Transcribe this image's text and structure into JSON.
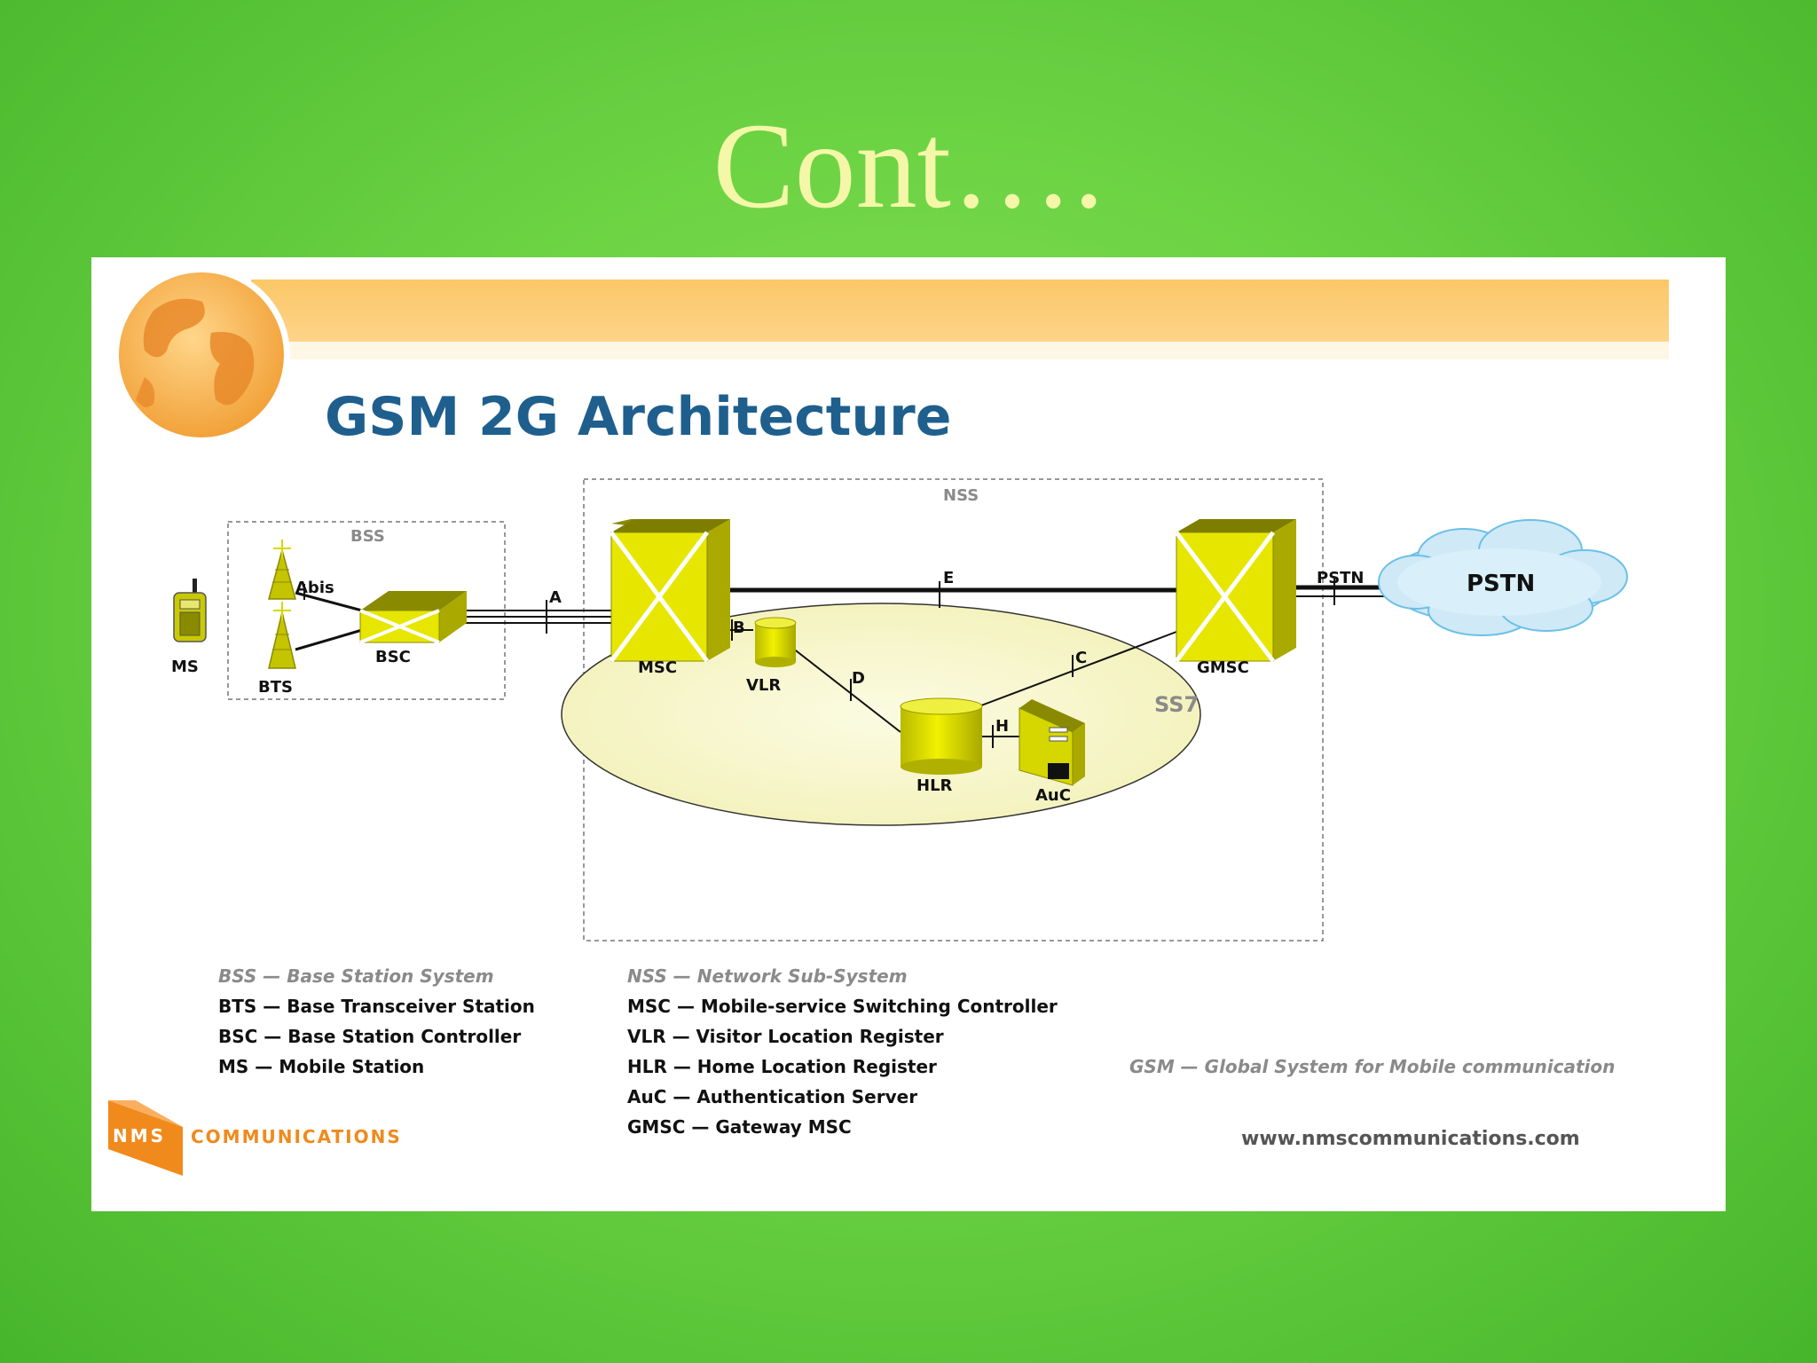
{
  "slide": {
    "title": "Cont…."
  },
  "figure": {
    "title": "GSM 2G Architecture",
    "groups": {
      "bss": "BSS",
      "nss": "NSS"
    },
    "nodes": {
      "ms": "MS",
      "bts": "BTS",
      "bsc": "BSC",
      "msc": "MSC",
      "vlr": "VLR",
      "hlr": "HLR",
      "auc": "AuC",
      "gmsc": "GMSC",
      "pstn_cloud": "PSTN"
    },
    "interfaces": {
      "abis": "Abis",
      "a": "A",
      "b": "B",
      "c": "C",
      "d": "D",
      "e": "E",
      "h": "H",
      "pstn": "PSTN"
    },
    "ss7": "SS7",
    "legend": {
      "bss_heading": "BSS — Base Station System",
      "bss_items": [
        "BTS — Base Transceiver Station",
        "BSC — Base Station Controller",
        "MS — Mobile Station"
      ],
      "nss_heading": "NSS — Network Sub-System",
      "nss_items": [
        "MSC — Mobile-service Switching Controller",
        "VLR — Visitor Location Register",
        "HLR — Home Location Register",
        "AuC — Authentication Server",
        "GMSC — Gateway MSC"
      ],
      "gsm": "GSM — Global System for Mobile communication"
    },
    "footer": {
      "logo_mark": "NMS",
      "logo_text": "COMMUNICATIONS",
      "url": "www.nmscommunications.com"
    },
    "colors": {
      "banner": "#fdc56a",
      "title": "#1e5f8e",
      "node_yellow": "#d8d800",
      "node_dark": "#8a8a00",
      "ellipse": "#f6f5c2",
      "cloud": "#d9effa",
      "logo_orange": "#f08a1c"
    }
  }
}
